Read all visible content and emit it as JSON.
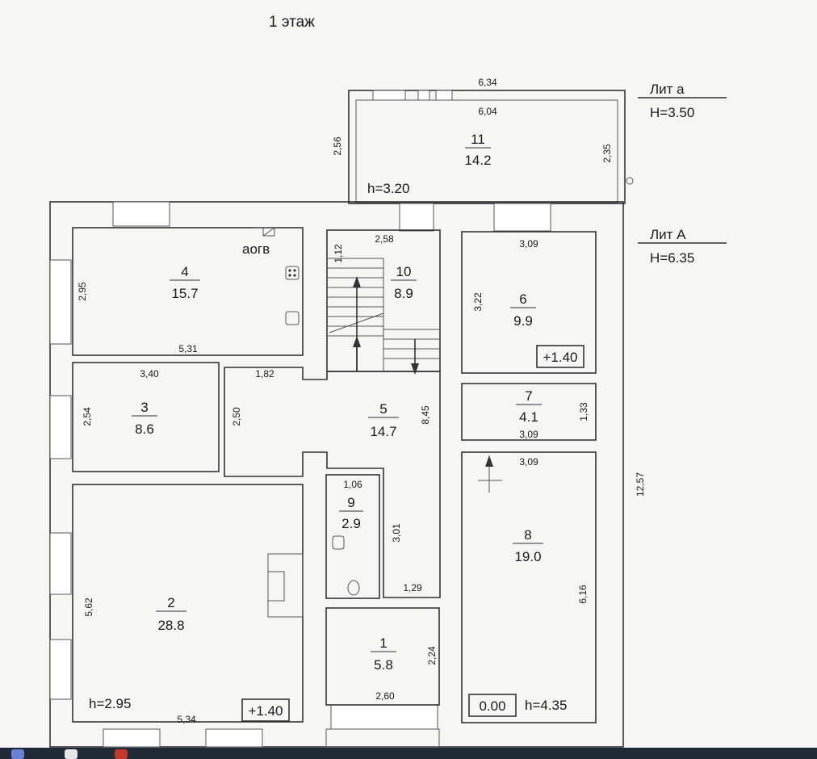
{
  "title": "1 этаж",
  "liters": [
    {
      "id": "lit-a-small",
      "name": "Лит а",
      "height": "H=3.50"
    },
    {
      "id": "lit-a-big",
      "name": "Лит А",
      "height": "H=6.35"
    }
  ],
  "rooms": [
    {
      "id": "11",
      "area": "14.2"
    },
    {
      "id": "4",
      "area": "15.7"
    },
    {
      "id": "10",
      "area": "8.9"
    },
    {
      "id": "6",
      "area": "9.9"
    },
    {
      "id": "3",
      "area": "8.6"
    },
    {
      "id": "5",
      "area": "14.7"
    },
    {
      "id": "7",
      "area": "4.1"
    },
    {
      "id": "9",
      "area": "2.9"
    },
    {
      "id": "8",
      "area": "19.0"
    },
    {
      "id": "2",
      "area": "28.8"
    },
    {
      "id": "1",
      "area": "5.8"
    }
  ],
  "dimensions": [
    "6,34",
    "6,04",
    "2,56",
    "2,35",
    "2,58",
    "1,12",
    "3,09",
    "2,95",
    "5,31",
    "3,22",
    "3,40",
    "1,82",
    "2,54",
    "2,50",
    "8,45",
    "1,33",
    "3,09",
    "3,09",
    "12,57",
    "1,06",
    "3,01",
    "5,62",
    "1,29",
    "6,16",
    "2,24",
    "2,60",
    "5,34"
  ],
  "labels": {
    "aogv": "аогв",
    "h_upper": "h=3.20",
    "h_room2": "h=2.95",
    "h_room8": "h=4.35",
    "mark_room6": "+1.40",
    "mark_room2": "+1.40",
    "mark_room8": "0.00"
  }
}
